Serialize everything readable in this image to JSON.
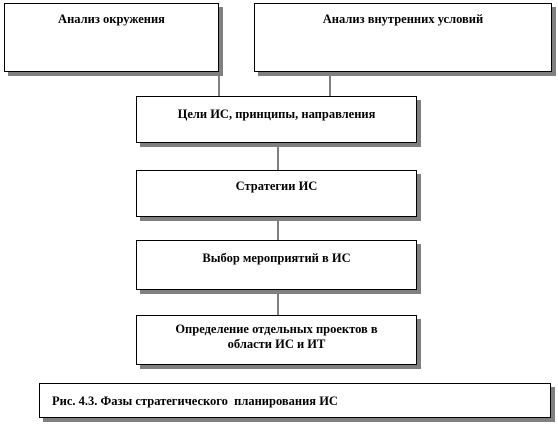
{
  "boxes": {
    "environment": "Анализ окружения",
    "internal": "Анализ внутренних условий",
    "goals": "Цели ИС, принципы, направления",
    "strategy": "Стратегии ИС",
    "measures": "Выбор мероприятий в ИС",
    "projects_line1": "Определение отдельных проектов в",
    "projects_line2": "области ИС и ИТ"
  },
  "caption": "Рис. 4.3. Фазы стратегического  планирования ИС"
}
